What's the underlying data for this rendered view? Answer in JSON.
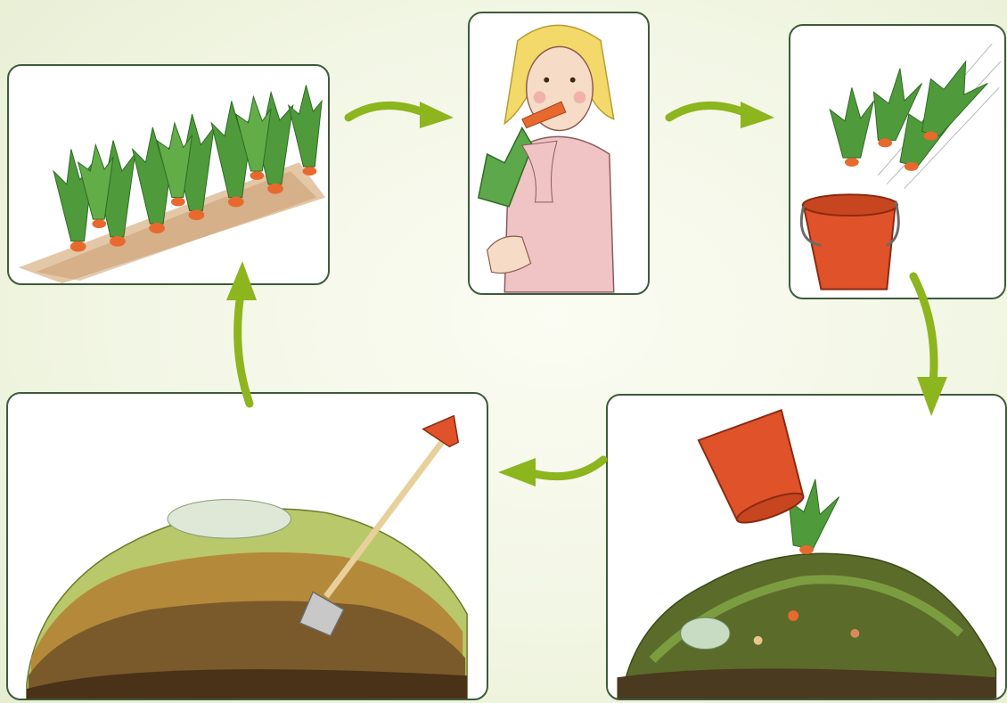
{
  "colors": {
    "arrow": "#8cb51e",
    "card_border": "#3f5a3a",
    "background": "#f2f6e4",
    "carrot_orange": "#e8692e",
    "bucket_red": "#e0522a",
    "leaf_green": "#4f9a3a",
    "soil_brown": "#5a3a1f"
  },
  "cycle": {
    "steps": [
      {
        "id": "carrots-growing",
        "icon": "carrot-row-illustration"
      },
      {
        "id": "girl-eating-carrot",
        "icon": "girl-eating-illustration"
      },
      {
        "id": "scraps-into-bucket",
        "icon": "bucket-with-scraps-illustration"
      },
      {
        "id": "bucket-emptied-on-compost",
        "icon": "compost-pile-illustration"
      },
      {
        "id": "compost-becomes-soil",
        "icon": "soil-with-spade-illustration"
      }
    ],
    "arrows": [
      {
        "from": "carrots-growing",
        "to": "girl-eating-carrot",
        "icon": "curved-arrow-right-icon"
      },
      {
        "from": "girl-eating-carrot",
        "to": "scraps-into-bucket",
        "icon": "curved-arrow-right-icon"
      },
      {
        "from": "scraps-into-bucket",
        "to": "bucket-emptied-on-compost",
        "icon": "curved-arrow-down-icon"
      },
      {
        "from": "bucket-emptied-on-compost",
        "to": "compost-becomes-soil",
        "icon": "curved-arrow-left-icon"
      },
      {
        "from": "compost-becomes-soil",
        "to": "carrots-growing",
        "icon": "curved-arrow-up-icon"
      }
    ]
  }
}
